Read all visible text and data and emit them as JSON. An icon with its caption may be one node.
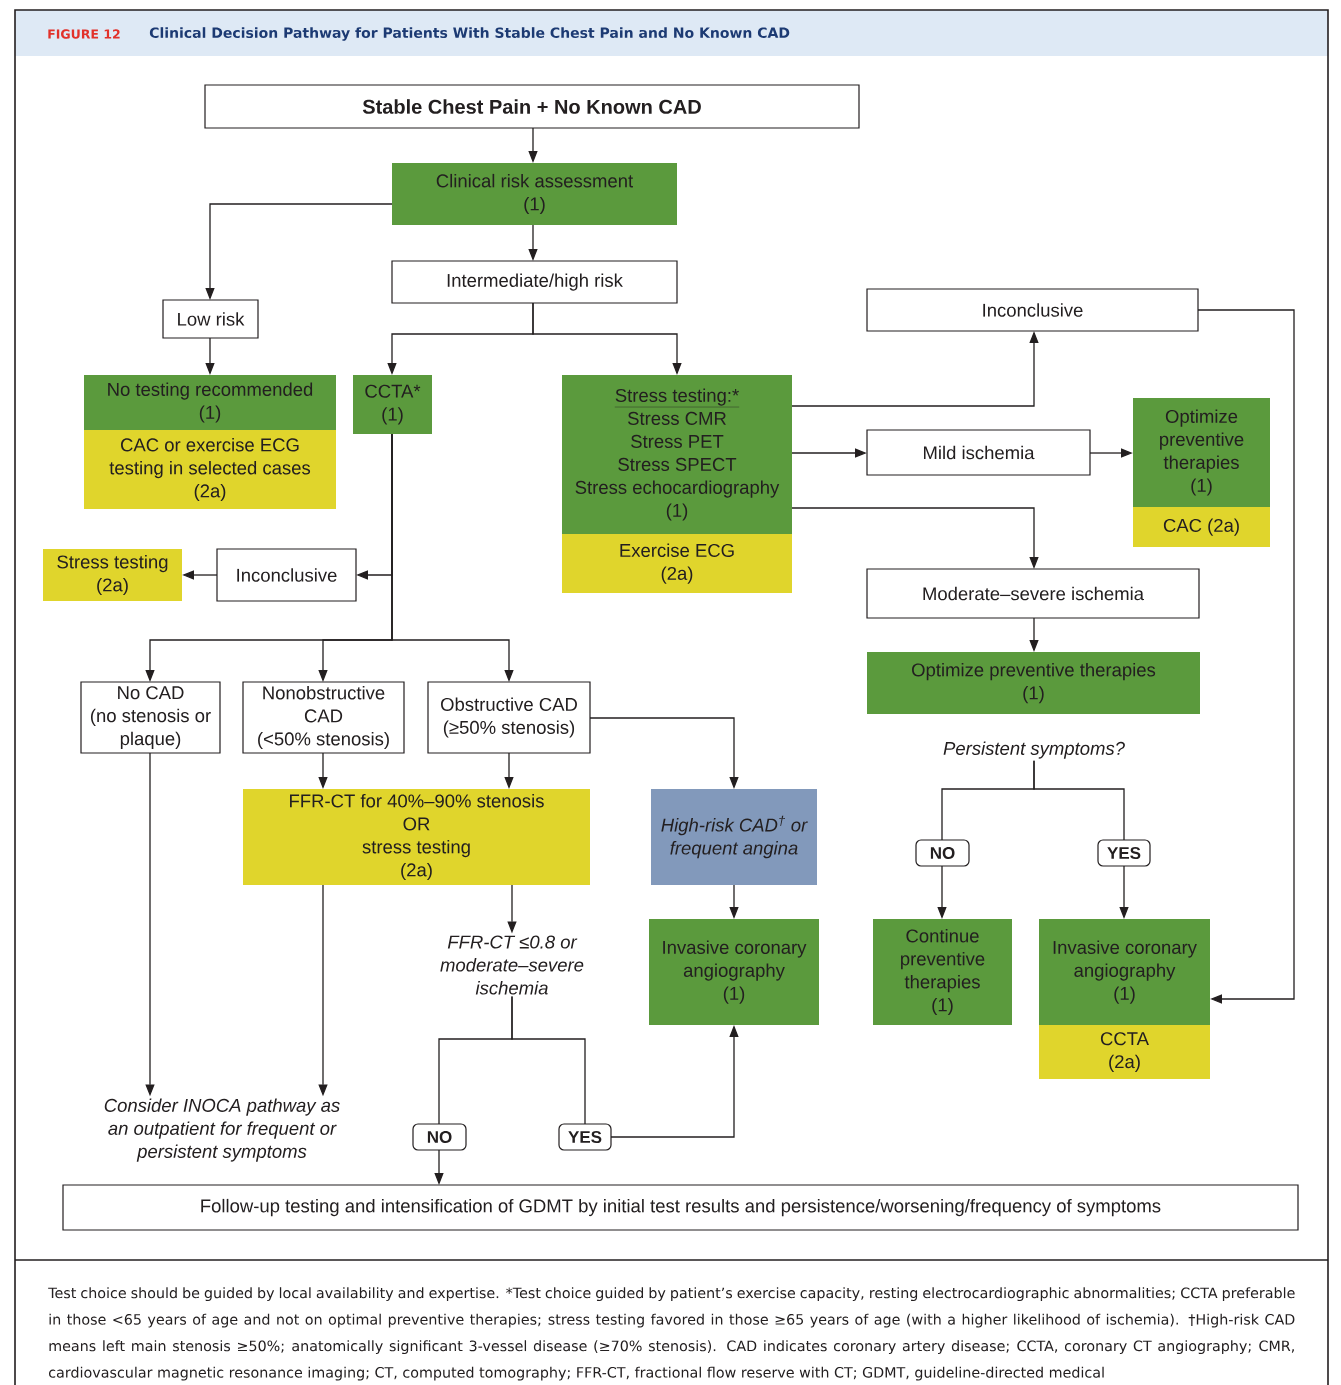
{
  "diagram": {
    "title": "Clinical Decision Pathway for Patients With Stable Chest Pain and No Known CAD",
    "nodes": [
      {
        "text": [
          "Stable Chest Pain + No Known CAD"
        ]
      },
      {
        "text": [
          "Clinical risk assessment",
          "(1)"
        ]
      },
      {
        "text": [
          "Intermediate/high risk"
        ]
      },
      {
        "text": [
          "Low risk"
        ]
      },
      {
        "text": [
          "No testing recommended",
          "(1)"
        ]
      },
      {
        "text": [
          "CAC or exercise ECG testing in selected cases",
          "(2a)"
        ]
      },
      {
        "text": [
          "CCTA*",
          "(1)"
        ]
      },
      {
        "text": [
          "Stress testing:*",
          "Stress CMR",
          "Stress PET",
          "Stress SPECT",
          "Stress echocardiography",
          "(1)"
        ]
      },
      {
        "text": [
          "Exercise ECG",
          "(2a)"
        ]
      },
      {
        "text": [
          "Inconclusive"
        ]
      },
      {
        "text": [
          "Mild ischemia"
        ]
      },
      {
        "text": [
          "Optimize preventive therapies",
          "(1)"
        ]
      },
      {
        "text": [
          "CAC (2a)"
        ]
      },
      {
        "text": [
          "Moderate–severe ischemia"
        ]
      },
      {
        "text": [
          "Optimize preventive therapies",
          "(1)"
        ]
      },
      {
        "text": [
          "Stress testing",
          "(2a)"
        ]
      },
      {
        "text": [
          "Inconclusive"
        ]
      },
      {
        "text": [
          "No CAD",
          "(no stenosis or plaque)"
        ]
      },
      {
        "text": [
          "Nonobstructive CAD",
          "(<50% stenosis)"
        ]
      },
      {
        "text": [
          "Obstructive CAD",
          "(≥50% stenosis)"
        ]
      },
      {
        "text": [
          "FFR-CT for 40%–90% stenosis",
          "OR",
          "stress testing",
          "(2a)"
        ]
      },
      {
        "text": [
          "High-risk CAD$^{†}$ or frequent angina"
        ]
      },
      {
        "text": [
          "FFR-CT ≤0.8 or moderate–severe ischemia"
        ]
      },
      {
        "text": [
          "Invasive coronary angiography",
          "(1)"
        ]
      },
      {
        "text": [
          "Persistent symptoms?"
        ]
      },
      {
        "text": [
          "NO"
        ]
      },
      {
        "text": [
          "YES"
        ]
      },
      {
        "text": [
          "Continue preventive therapies",
          "(1)"
        ]
      },
      {
        "text": [
          "Invasive coronary angiography",
          "(1)"
        ]
      },
      {
        "text": [
          "CCTA",
          "(2a)"
        ]
      },
      {
        "text": [
          "Consider INOCA pathway as an outpatient for frequent or persistent symptoms"
        ]
      },
      {
        "text": [
          "NO"
        ]
      },
      {
        "text": [
          "YES"
        ]
      },
      {
        "text": [
          "Follow-up testing and intensification of GDMT by initial test results and persistence/worsening/frequency of symptoms"
        ]
      }
    ],
    "edges": [
      {
        "from": 0,
        "to": 1,
        "arrow": "to"
      },
      {
        "from": 1,
        "to": 3,
        "arrow": "to"
      },
      {
        "from": 1,
        "to": 2,
        "arrow": "to"
      },
      {
        "from": 3,
        "to": 4,
        "arrow": "to"
      },
      {
        "from": 2,
        "to": 6,
        "arrow": "to"
      },
      {
        "from": 2,
        "to": 7,
        "arrow": "to"
      },
      {
        "from": 7,
        "to": 9,
        "arrow": "to"
      },
      {
        "from": 7,
        "to": 10,
        "arrow": "to"
      },
      {
        "from": 10,
        "to": 11,
        "arrow": "to"
      },
      {
        "from": 7,
        "to": 13,
        "arrow": "to"
      },
      {
        "from": 13,
        "to": 14,
        "arrow": "to"
      },
      {
        "from": 6,
        "to": 16,
        "arrow": "to"
      },
      {
        "from": 16,
        "to": 15,
        "arrow": "to"
      },
      {
        "from": 6,
        "to": 17,
        "arrow": "to"
      },
      {
        "from": 6,
        "to": 18,
        "arrow": "to"
      },
      {
        "from": 6,
        "to": 19,
        "arrow": "to"
      },
      {
        "from": 17,
        "to": 30,
        "arrow": "to"
      },
      {
        "from": 18,
        "to": 20,
        "arrow": "to"
      },
      {
        "from": 19,
        "to": 20,
        "arrow": "to"
      },
      {
        "from": 20,
        "to": 30,
        "arrow": "to"
      },
      {
        "from": 19,
        "to": 21,
        "arrow": "to"
      },
      {
        "from": 20,
        "to": 22,
        "arrow": "to"
      },
      {
        "from": 22,
        "to": 31,
        "arrow": "none"
      },
      {
        "from": 22,
        "to": 32,
        "arrow": "none"
      },
      {
        "from": 31,
        "to": 33,
        "arrow": "to"
      },
      {
        "from": 32,
        "to": 23,
        "arrow": "to"
      },
      {
        "from": 21,
        "to": 23,
        "arrow": "to"
      },
      {
        "from": 24,
        "to": 25,
        "arrow": "none"
      },
      {
        "from": 24,
        "to": 26,
        "arrow": "none"
      },
      {
        "from": 25,
        "to": 27,
        "arrow": "to"
      },
      {
        "from": 26,
        "to": 28,
        "arrow": "to"
      },
      {
        "from": 9,
        "to": 28,
        "arrow": "to"
      }
    ],
    "labels": [
      "FIGURE 12"
    ],
    "caption": "Test choice should be guided by local availability and expertise. *Test choice guided by patient’s exercise capacity, resting electrocardiographic abnormalities; CCTA preferable in those <65 years of age and not on optimal preventive therapies; stress testing favored in those ≥65 years of age (with a higher likelihood of ischemia). †High-risk CAD means left main stenosis ≥50%; anatomically significant 3-vessel disease (≥70% stenosis). CAD indicates coronary artery disease; CCTA, coronary CT angiography; CMR, cardiovascular magnetic resonance imaging; CT, computed tomography; FFR-CT, fractional flow reserve with CT; GDMT, guideline-directed medical"
  }
}
